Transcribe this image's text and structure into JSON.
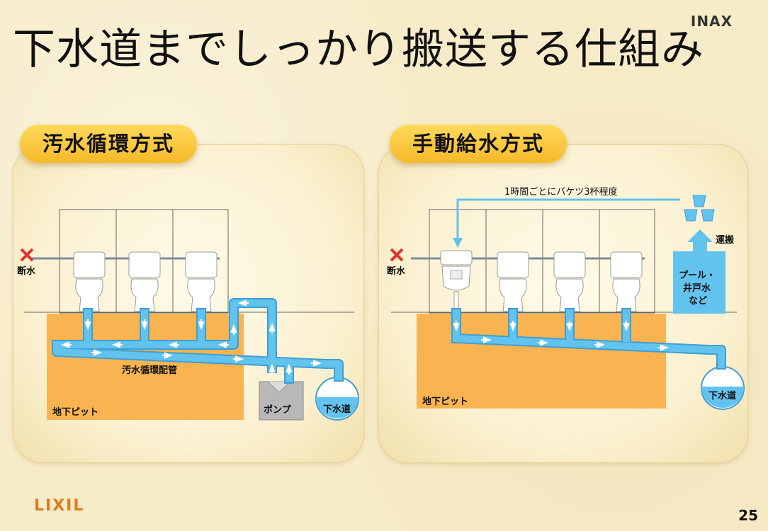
{
  "brand": "INAX",
  "title": "下水道までしっかり搬送する仕組み",
  "logo": "LIXIL",
  "page_number": "25",
  "left": {
    "heading": "汚水循環方式",
    "water_cutoff": "断水",
    "pipe_label": "汚水循環配管",
    "pit_label": "地下ピット",
    "pump_label": "ポンプ",
    "sewer_label": "下水道"
  },
  "right": {
    "heading": "手動給水方式",
    "note": "1時間ごとにバケツ3杯程度",
    "water_cutoff": "断水",
    "transport_label": "運搬",
    "source_label_1": "プール・",
    "source_label_2": "井戸水",
    "source_label_3": "など",
    "pit_label": "地下ピット",
    "sewer_label": "下水道"
  },
  "colors": {
    "pipe": "#62c3ee",
    "pipe_outline": "#3f9fd3",
    "pit": "#f9b451",
    "heading_pill": "#f9c53b",
    "cross": "#e0312d"
  },
  "icons": [
    "x-mark-icon",
    "toilet-icon",
    "urinal-icon",
    "bucket-icon",
    "arrow-up-icon",
    "flow-arrow-icon"
  ]
}
